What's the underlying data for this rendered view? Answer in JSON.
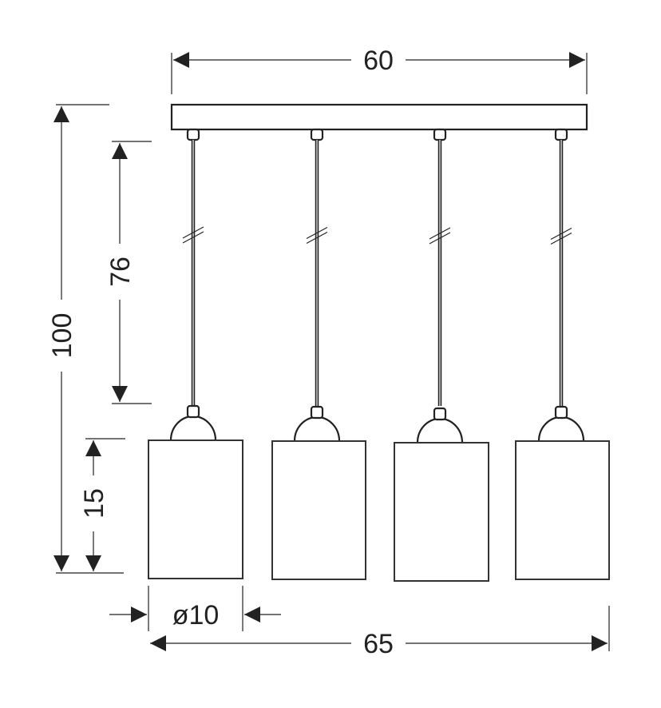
{
  "dimensions": {
    "canopy_width": "60",
    "total_height": "100",
    "cable_length": "76",
    "shade_height": "15",
    "shade_diameter": "ø10",
    "total_width": "65"
  },
  "pendant_count": 4,
  "line_color": "#222222"
}
